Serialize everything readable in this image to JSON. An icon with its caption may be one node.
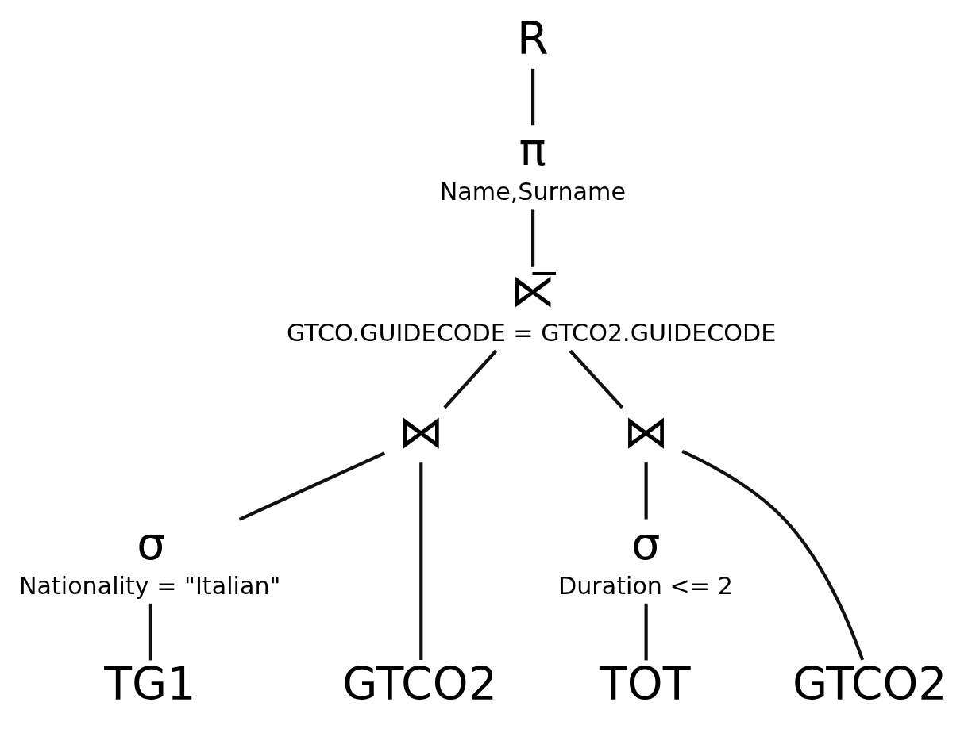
{
  "diagram": {
    "nodes": [
      {
        "text": [
          "R"
        ]
      },
      {
        "text": [
          "π",
          "Name,Surname"
        ]
      },
      {
        "text": [
          "⋉̅",
          "GTCO.GUIDECODE = GTCO2.GUIDECODE"
        ]
      },
      {
        "text": [
          "⋈"
        ]
      },
      {
        "text": [
          "⋈"
        ]
      },
      {
        "text": [
          "σ",
          "Nationality = \"Italian\""
        ]
      },
      {
        "text": [
          "TG1"
        ]
      },
      {
        "text": [
          "GTCO2"
        ]
      },
      {
        "text": [
          "σ",
          "Duration <= 2"
        ]
      },
      {
        "text": [
          "TOT"
        ]
      },
      {
        "text": [
          "GTCO2"
        ]
      }
    ],
    "edges": [
      {
        "from": 0,
        "to": 1,
        "arrow": "none"
      },
      {
        "from": 1,
        "to": 2,
        "arrow": "none"
      },
      {
        "from": 2,
        "to": 3,
        "arrow": "none"
      },
      {
        "from": 2,
        "to": 4,
        "arrow": "none"
      },
      {
        "from": 3,
        "to": 5,
        "arrow": "none"
      },
      {
        "from": 3,
        "to": 7,
        "arrow": "none"
      },
      {
        "from": 5,
        "to": 6,
        "arrow": "none"
      },
      {
        "from": 4,
        "to": 8,
        "arrow": "none"
      },
      {
        "from": 4,
        "to": 10,
        "arrow": "none"
      },
      {
        "from": 8,
        "to": 9,
        "arrow": "none"
      }
    ]
  }
}
